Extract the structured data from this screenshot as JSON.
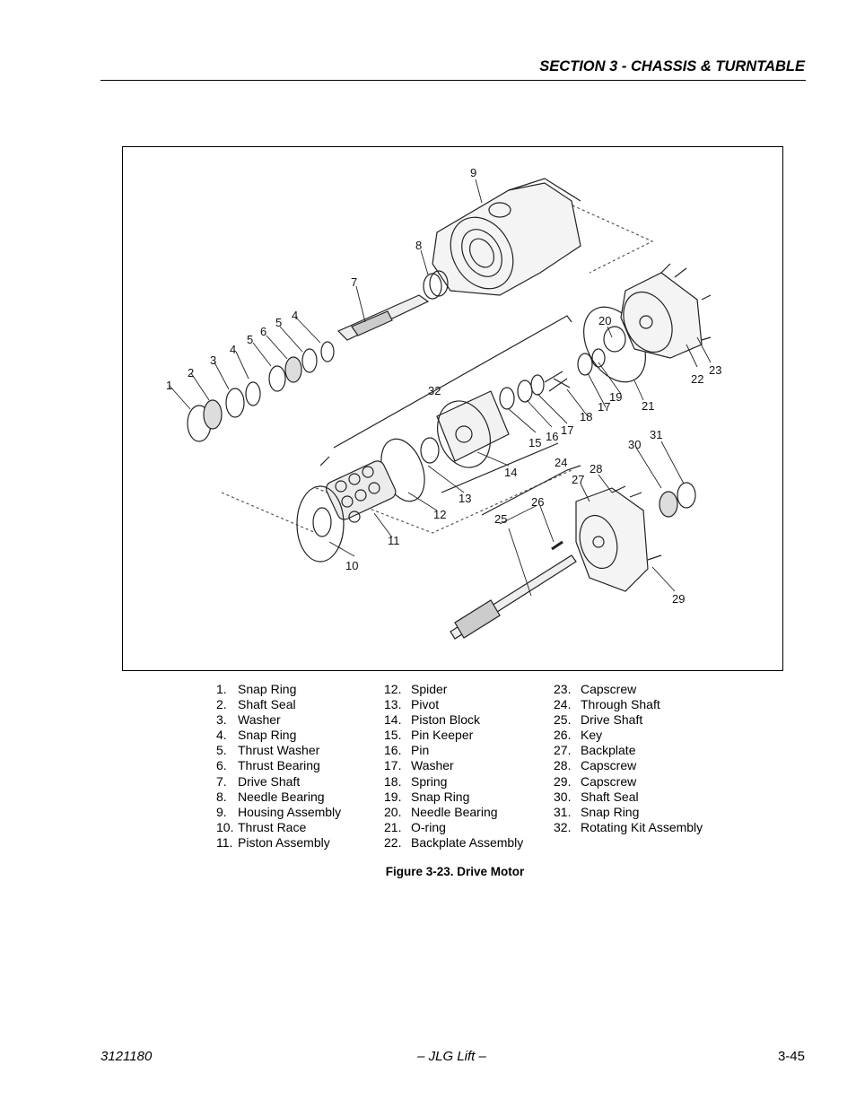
{
  "header": {
    "section_title": "SECTION 3 - CHASSIS & TURNTABLE"
  },
  "figure": {
    "callouts": [
      "1",
      "2",
      "3",
      "4",
      "4",
      "5",
      "5",
      "6",
      "7",
      "8",
      "9",
      "10",
      "11",
      "12",
      "13",
      "14",
      "15",
      "16",
      "17",
      "17",
      "18",
      "19",
      "20",
      "21",
      "22",
      "23",
      "24",
      "25",
      "26",
      "27",
      "28",
      "29",
      "30",
      "31",
      "32"
    ],
    "caption": "Figure 3-23.  Drive Motor"
  },
  "legend": {
    "col1": [
      {
        "num": "1.",
        "label": "Snap Ring"
      },
      {
        "num": "2.",
        "label": "Shaft Seal"
      },
      {
        "num": "3.",
        "label": "Washer"
      },
      {
        "num": "4.",
        "label": "Snap Ring"
      },
      {
        "num": "5.",
        "label": "Thrust Washer"
      },
      {
        "num": "6.",
        "label": "Thrust Bearing"
      },
      {
        "num": "7.",
        "label": "Drive Shaft"
      },
      {
        "num": "8.",
        "label": "Needle Bearing"
      },
      {
        "num": "9.",
        "label": "Housing Assembly"
      },
      {
        "num": "10.",
        "label": "Thrust Race"
      },
      {
        "num": "11.",
        "label": "Piston Assembly"
      }
    ],
    "col2": [
      {
        "num": "12.",
        "label": "Spider"
      },
      {
        "num": "13.",
        "label": "Pivot"
      },
      {
        "num": "14.",
        "label": "Piston Block"
      },
      {
        "num": "15.",
        "label": "Pin Keeper"
      },
      {
        "num": "16.",
        "label": "Pin"
      },
      {
        "num": "17.",
        "label": "Washer"
      },
      {
        "num": "18.",
        "label": "Spring"
      },
      {
        "num": "19.",
        "label": "Snap Ring"
      },
      {
        "num": "20.",
        "label": "Needle Bearing"
      },
      {
        "num": "21.",
        "label": "O-ring"
      },
      {
        "num": "22.",
        "label": "Backplate Assembly"
      }
    ],
    "col3": [
      {
        "num": "23.",
        "label": "Capscrew"
      },
      {
        "num": "24.",
        "label": "Through Shaft"
      },
      {
        "num": "25.",
        "label": "Drive Shaft"
      },
      {
        "num": "26.",
        "label": "Key"
      },
      {
        "num": "27.",
        "label": "Backplate"
      },
      {
        "num": "28.",
        "label": "Capscrew"
      },
      {
        "num": "29.",
        "label": "Capscrew"
      },
      {
        "num": "30.",
        "label": "Shaft Seal"
      },
      {
        "num": "31.",
        "label": "Snap Ring"
      },
      {
        "num": "32.",
        "label": "Rotating Kit Assembly"
      }
    ]
  },
  "footer": {
    "doc_number": "3121180",
    "publisher": "– JLG Lift –",
    "page_number": "3-45"
  }
}
